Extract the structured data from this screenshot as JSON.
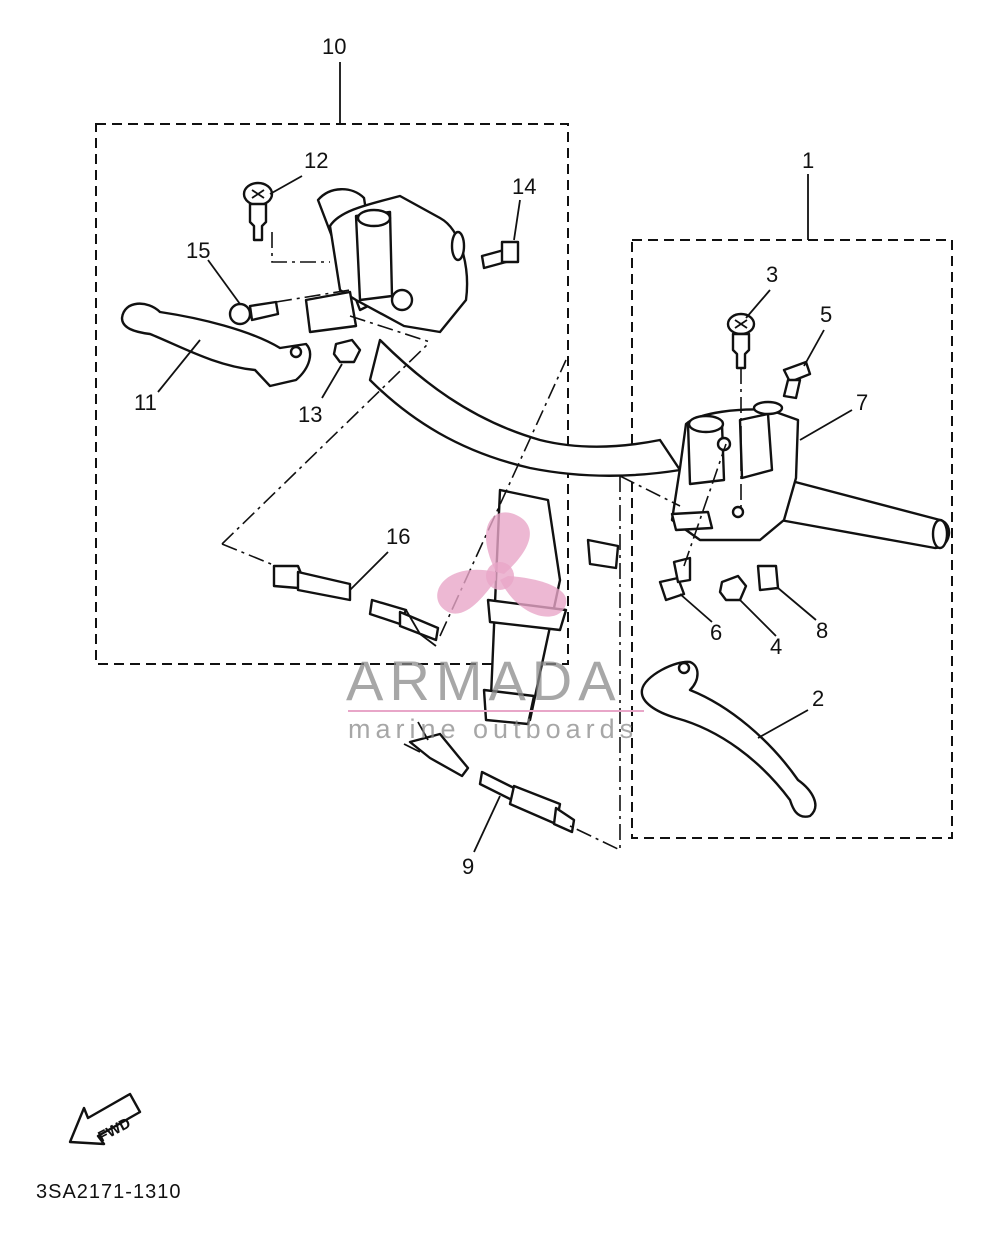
{
  "callouts": {
    "c1": "1",
    "c2": "2",
    "c3": "3",
    "c4": "4",
    "c5": "5",
    "c6": "6",
    "c7": "7",
    "c8": "8",
    "c9": "9",
    "c10": "10",
    "c11": "11",
    "c12": "12",
    "c13": "13",
    "c14": "14",
    "c15": "15",
    "c16": "16"
  },
  "watermark": {
    "brand": "ARMADA",
    "subtitle": "marine outboards",
    "logo_color": "#e8a6c8"
  },
  "fwd_label": "FWD",
  "part_code": "3SA2171-1310"
}
